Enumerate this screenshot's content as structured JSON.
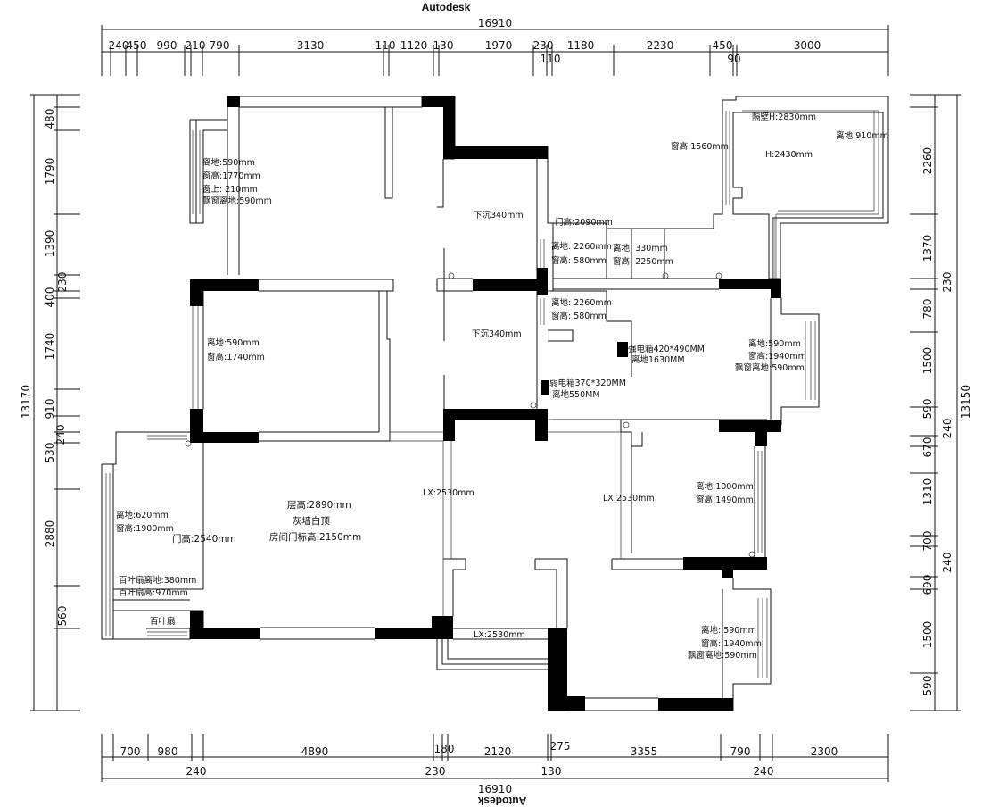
{
  "header": {
    "brand_top": "Autodesk",
    "brand_bottom": "Autodesk"
  },
  "overall": {
    "width_top": "16910",
    "width_bottom": "16910",
    "height_left": "13170",
    "height_right": "13150"
  },
  "dims_top": [
    "240",
    "450",
    "990",
    "210",
    "790",
    "3130",
    "110",
    "1120",
    "130",
    "1970",
    "230",
    "110",
    "1180",
    "2230",
    "450",
    "90",
    "3000"
  ],
  "dims_bottom_row1": [
    "700",
    "980",
    "4890",
    "180",
    "2120",
    "275",
    "3355",
    "790",
    "2300"
  ],
  "dims_bottom_row2": [
    "240",
    "230",
    "130",
    "240"
  ],
  "dims_left": [
    "480",
    "1790",
    "1390",
    "230",
    "400",
    "1740",
    "910",
    "240",
    "530",
    "2880",
    "560"
  ],
  "dims_right": [
    "2260",
    "1370",
    "230",
    "780",
    "1500",
    "590",
    "240",
    "670",
    "1310",
    "700",
    "240",
    "690",
    "1500",
    "590"
  ],
  "notes": {
    "partition": "隔壁H:2830mm",
    "sill_910": "离地:910mm",
    "win_1560": "窗高:1560mm",
    "h_2430": "H:2430mm",
    "w1_sill": "离地:590mm",
    "w1_height": "窗高:1770mm",
    "w1_top": "窗上: 210mm",
    "w1_bay": "飘窗离地:590mm",
    "sunk_1": "下沉340mm",
    "door_2090": "门高:2090mm",
    "c1_sill": "离地: 2260mm",
    "c1_height": "窗高: 580mm",
    "c2_sill": "离地: 330mm",
    "c2_height": "窗高: 2250mm",
    "c3_sill": "离地: 2260mm",
    "c3_height": "窗高: 580mm",
    "sunk_2": "下沉340mm",
    "strong_box": "强电箱420*490MM",
    "strong_sill": "离地1630MM",
    "weak_box": "弱电箱370*320MM",
    "weak_sill": "离地550MM",
    "w2_sill": "离地:590mm",
    "w2_height": "窗高:1740mm",
    "e1_sill": "离地:590mm",
    "e1_height": "窗高:1940mm",
    "e1_bay": "飘窗离地:590mm",
    "lx_1": "LX:2530mm",
    "lx_2": "LX:2530mm",
    "lx_3": "LX:2530mm",
    "e2_sill": "离地:1000mm",
    "e2_height": "窗高:1490mm",
    "floor_height": "层高:2890mm",
    "grey_ceiling": "灰墙白顶",
    "door_std": "房间门标高:2150mm",
    "w3_sill": "离地:620mm",
    "w3_height": "窗高:1900mm",
    "door_2540": "门高:2540mm",
    "louver_sill": "百叶扇离地:380mm",
    "louver_height": "百叶扇高:970mm",
    "louver": "百叶扇",
    "e3_sill": "离地: 590mm",
    "e3_height": "窗高: 1940mm",
    "e3_bay": "飘窗离地:590mm"
  }
}
